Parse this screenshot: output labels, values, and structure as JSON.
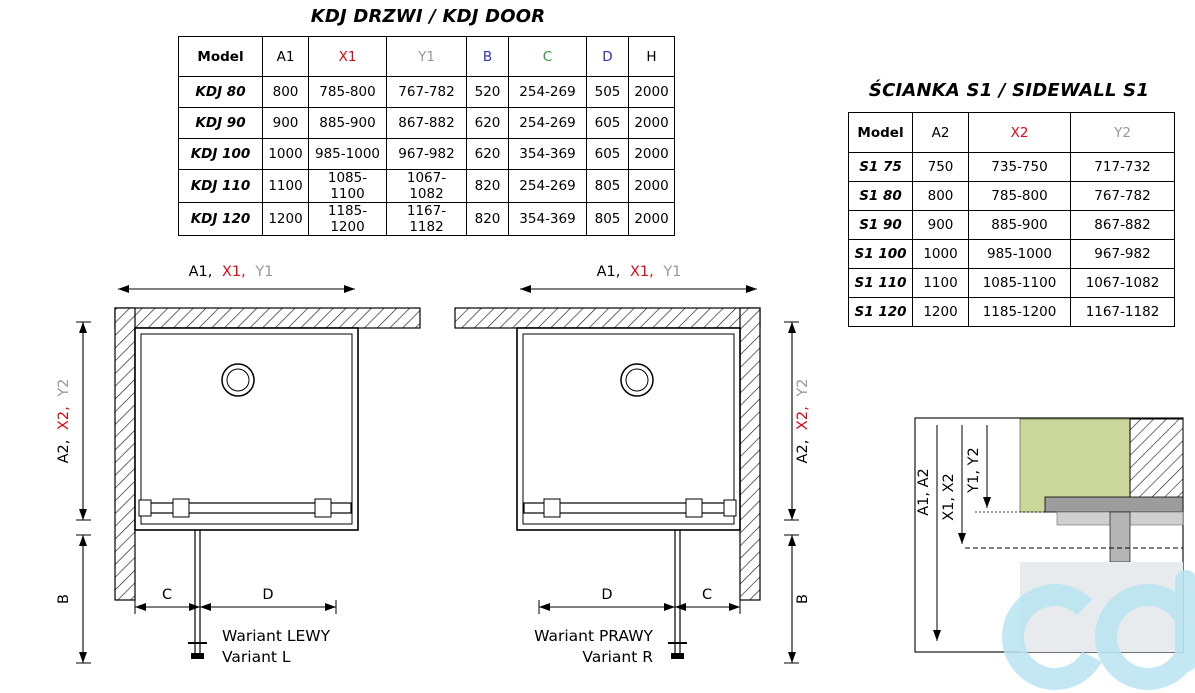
{
  "colors": {
    "red": "#e30613",
    "gray": "#999999",
    "blue": "#2f2fb3",
    "green": "#339933",
    "glass-green": "#cbd69a",
    "watermark-blue": "#b9e5f1"
  },
  "door_section": {
    "title": "KDJ DRZWI / KDJ DOOR",
    "table": {
      "headers": [
        {
          "label": "Model",
          "color": "#000000"
        },
        {
          "label": "A1",
          "color": "#000000"
        },
        {
          "label": "X1",
          "color": "#e30613"
        },
        {
          "label": "Y1",
          "color": "#999999"
        },
        {
          "label": "B",
          "color": "#2f2fb3"
        },
        {
          "label": "C",
          "color": "#339933"
        },
        {
          "label": "D",
          "color": "#2f2fb3"
        },
        {
          "label": "H",
          "color": "#000000"
        }
      ],
      "rows": [
        [
          "KDJ 80",
          "800",
          "785-800",
          "767-782",
          "520",
          "254-269",
          "505",
          "2000"
        ],
        [
          "KDJ 90",
          "900",
          "885-900",
          "867-882",
          "620",
          "254-269",
          "605",
          "2000"
        ],
        [
          "KDJ 100",
          "1000",
          "985-1000",
          "967-982",
          "620",
          "354-369",
          "605",
          "2000"
        ],
        [
          "KDJ 110",
          "1100",
          "1085-1100",
          "1067-1082",
          "820",
          "254-269",
          "805",
          "2000"
        ],
        [
          "KDJ 120",
          "1200",
          "1185-1200",
          "1167-1182",
          "820",
          "354-369",
          "805",
          "2000"
        ]
      ]
    }
  },
  "sidewall_section": {
    "title": "ŚCIANKA S1 / SIDEWALL S1",
    "table": {
      "headers": [
        {
          "label": "Model",
          "color": "#000000"
        },
        {
          "label": "A2",
          "color": "#000000"
        },
        {
          "label": "X2",
          "color": "#e30613"
        },
        {
          "label": "Y2",
          "color": "#999999"
        }
      ],
      "rows": [
        [
          "S1 75",
          "750",
          "735-750",
          "717-732"
        ],
        [
          "S1 80",
          "800",
          "785-800",
          "767-782"
        ],
        [
          "S1 90",
          "900",
          "885-900",
          "867-882"
        ],
        [
          "S1 100",
          "1000",
          "985-1000",
          "967-982"
        ],
        [
          "S1 110",
          "1100",
          "1085-1100",
          "1067-1082"
        ],
        [
          "S1 120",
          "1200",
          "1185-1200",
          "1167-1182"
        ]
      ]
    }
  },
  "diagram_labels": {
    "top": {
      "a": "A1,",
      "x": "X1,",
      "y": "Y1"
    },
    "side": {
      "a": "A2,",
      "x": "X2,",
      "y": "Y2"
    },
    "b": "B",
    "c": "C",
    "d": "D"
  },
  "variant_left": {
    "caption1": "Wariant LEWY",
    "caption2": "Variant L"
  },
  "variant_right": {
    "caption1": "Wariant PRAWY",
    "caption2": "Variant R"
  },
  "detail_labels": {
    "a": "A1, A2",
    "x": "X1, X2",
    "y": "Y1, Y2"
  }
}
